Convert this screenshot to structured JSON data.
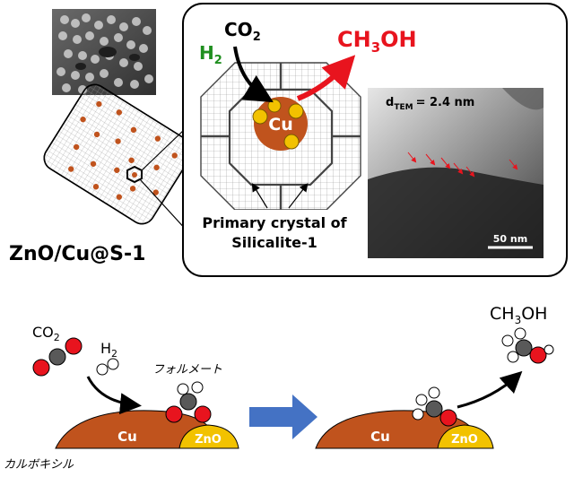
{
  "top_panel": {
    "co2_label": "CO",
    "co2_sub": "2",
    "h2_label": "H",
    "h2_sub": "2",
    "product_label": "CH",
    "product_sub": "3",
    "product_tail": "OH",
    "cu_label": "Cu",
    "dtem_prefix": "d",
    "dtem_sub": "TEM",
    "dtem_value": "= 2.4 nm",
    "scale_bar_label": "50 nm",
    "caption_line1": "Primary crystal of",
    "caption_line2": "Silicalite-1",
    "material_label": "ZnO/Cu@S-1"
  },
  "bottom_panel": {
    "co2_label": "CO",
    "co2_sub": "2",
    "h2_label": "H",
    "h2_sub": "2",
    "formate_label": "フォルメート",
    "carboxyl_label": "カルボキシル",
    "cu_label_left": "Cu",
    "zno_label_left": "ZnO",
    "cu_label_right": "Cu",
    "zno_label_right": "ZnO",
    "product_label": "CH",
    "product_sub": "3",
    "product_tail": "OH"
  },
  "colors": {
    "copper": "#c0531d",
    "zno_yellow": "#f2c200",
    "oxygen_red": "#e8141e",
    "carbon_gray": "#595959",
    "hydrogen_white": "#ffffff",
    "h2_green": "#1f8f1f",
    "product_red": "#e8141e",
    "process_arrow_blue": "#4472c4",
    "grid_gray": "#8c8c8c"
  }
}
